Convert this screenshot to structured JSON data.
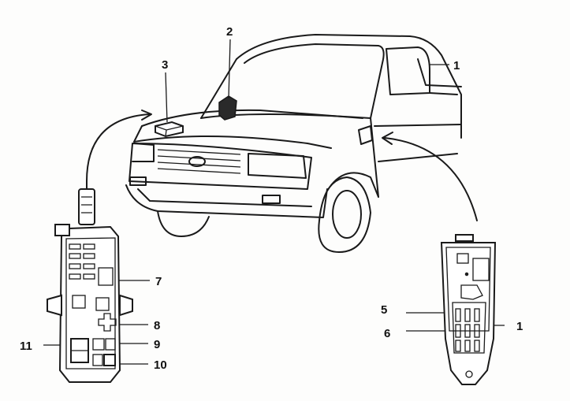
{
  "callouts": {
    "c1_door": "1",
    "c2": "2",
    "c3": "3",
    "c5": "5",
    "c6": "6",
    "c1_box": "1",
    "c7": "7",
    "c8": "8",
    "c9": "9",
    "c10": "10",
    "c11": "11"
  }
}
